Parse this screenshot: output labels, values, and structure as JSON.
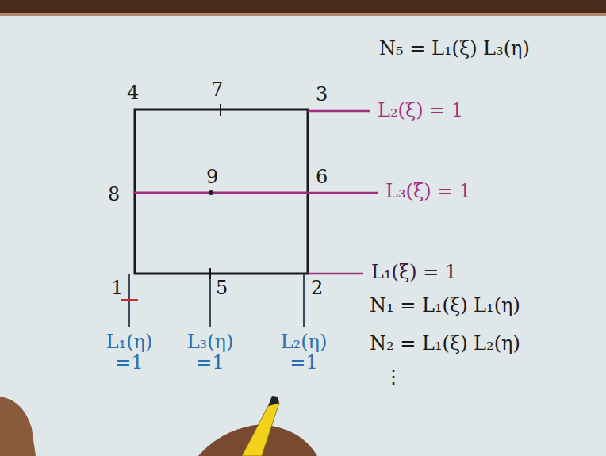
{
  "diagram": {
    "labels": [
      "4",
      "7",
      "3",
      "N₅ = L₁(ξ) L₃(η)",
      "L₂(ξ) = 1",
      "8",
      "9",
      "6",
      "L₃(ξ) = 1",
      "1",
      "5",
      "2",
      "L₁(ξ) = 1",
      "N₁ = L₁(ξ) L₁(η)",
      "L₁(η) =1",
      "L₃(η) =1",
      "L₂(η) =1",
      "N₂ = L₁(ξ) L₂(η)",
      "⋮"
    ]
  }
}
